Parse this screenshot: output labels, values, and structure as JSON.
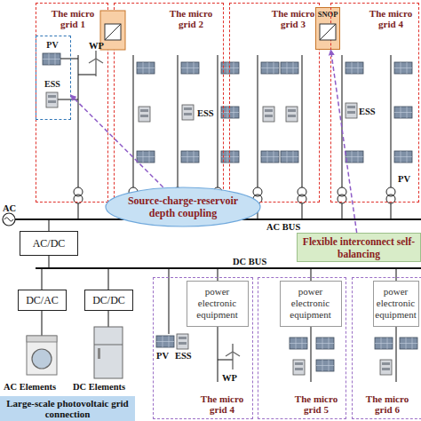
{
  "diagram": {
    "nodes": [
      {
        "text": [
          "The micro grid 1"
        ]
      },
      {
        "text": [
          "PV",
          "ESS"
        ],
        "in": 0
      },
      {
        "text": [
          "The micro grid 2"
        ]
      },
      {
        "text": [
          "The micro grid 3"
        ]
      },
      {
        "text": [
          "SNOP"
        ]
      },
      {
        "text": [
          "The micro grid 4"
        ]
      },
      {
        "text": [
          "Source-charge-reservoir depth coupling"
        ]
      },
      {
        "text": [
          "Flexible interconnect self-balancing"
        ]
      },
      {
        "text": [
          "AC/DC"
        ]
      },
      {
        "text": [
          "DC/AC"
        ]
      },
      {
        "text": [
          "DC/DC"
        ]
      },
      {
        "text": [
          "Large-scale photovoltaic grid connection"
        ]
      },
      {
        "text": [
          "The micro grid 4"
        ]
      },
      {
        "text": [
          "power electronic equipment"
        ],
        "in": 12
      },
      {
        "text": [
          "The micro grid 5"
        ]
      },
      {
        "text": [
          "power electronic equipment"
        ],
        "in": 14
      },
      {
        "text": [
          "The micro grid 6"
        ]
      },
      {
        "text": [
          "power electronic equipment"
        ],
        "in": 16
      }
    ],
    "edges": [
      {
        "from": 6,
        "to": 1,
        "arrow": "to"
      },
      {
        "from": 7,
        "to": 4,
        "arrow": "to"
      }
    ],
    "labels": [
      "WP",
      "ESS",
      "ESS",
      "PV",
      "AC",
      "AC BUS",
      "DC BUS",
      "AC Elements",
      "DC Elements",
      "PV",
      "ESS",
      "WP"
    ]
  }
}
